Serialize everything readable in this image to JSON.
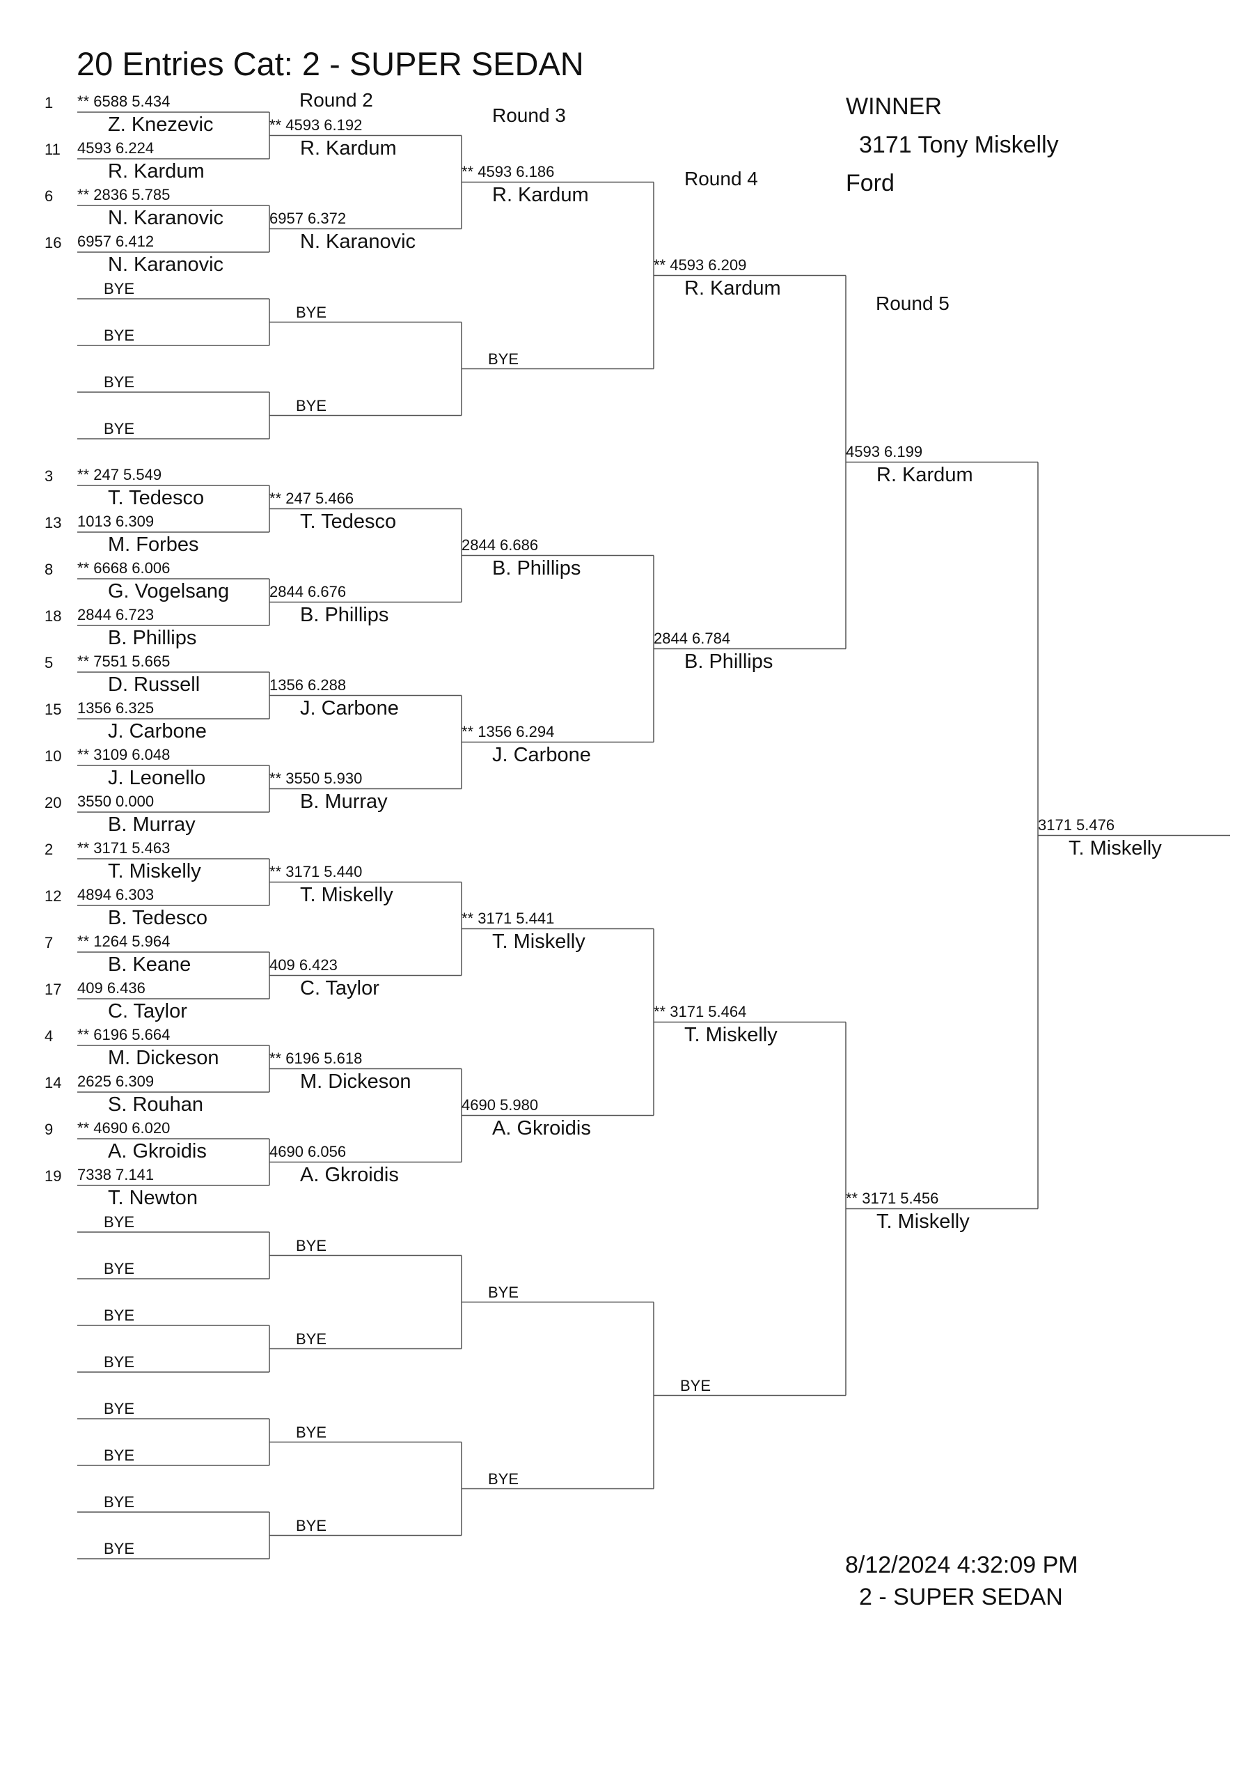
{
  "title": "20 Entries Cat:   2 - SUPER SEDAN",
  "round_labels": [
    "Round 2",
    "Round 3",
    "Round 4",
    "Round 5"
  ],
  "winner": {
    "label": "WINNER",
    "entry": "3171  Tony Miskelly",
    "make": "Ford"
  },
  "footer": {
    "datetime": "8/12/2024 4:32:09 PM",
    "category": "2 - SUPER SEDAN"
  },
  "bye_text": "BYE",
  "round1": [
    {
      "seed": "1",
      "info": "**  6588  5.434",
      "name": "Z. Knezevic"
    },
    {
      "seed": "11",
      "info": "4593  6.224",
      "name": "R. Kardum"
    },
    {
      "seed": "6",
      "info": "**  2836  5.785",
      "name": "N. Karanovic"
    },
    {
      "seed": "16",
      "info": "6957  6.412",
      "name": "N. Karanovic"
    },
    {
      "bye": true
    },
    {
      "bye": true
    },
    {
      "bye": true
    },
    {
      "bye": true
    },
    {
      "seed": "3",
      "info": "**  247  5.549",
      "name": "T. Tedesco"
    },
    {
      "seed": "13",
      "info": "1013  6.309",
      "name": "M. Forbes"
    },
    {
      "seed": "8",
      "info": "**  6668  6.006",
      "name": "G. Vogelsang"
    },
    {
      "seed": "18",
      "info": "2844  6.723",
      "name": "B. Phillips"
    },
    {
      "seed": "5",
      "info": "**  7551  5.665",
      "name": "D. Russell"
    },
    {
      "seed": "15",
      "info": "1356  6.325",
      "name": "J. Carbone"
    },
    {
      "seed": "10",
      "info": "**  3109  6.048",
      "name": "J. Leonello"
    },
    {
      "seed": "20",
      "info": "3550  0.000",
      "name": "B. Murray"
    },
    {
      "seed": "2",
      "info": "**  3171  5.463",
      "name": "T. Miskelly"
    },
    {
      "seed": "12",
      "info": "4894  6.303",
      "name": "B. Tedesco"
    },
    {
      "seed": "7",
      "info": "**  1264  5.964",
      "name": "B. Keane"
    },
    {
      "seed": "17",
      "info": "409  6.436",
      "name": "C. Taylor"
    },
    {
      "seed": "4",
      "info": "**  6196  5.664",
      "name": "M. Dickeson"
    },
    {
      "seed": "14",
      "info": "2625  6.309",
      "name": "S. Rouhan"
    },
    {
      "seed": "9",
      "info": "**  4690  6.020",
      "name": "A. Gkroidis"
    },
    {
      "seed": "19",
      "info": "7338  7.141",
      "name": "T. Newton"
    },
    {
      "bye": true
    },
    {
      "bye": true
    },
    {
      "bye": true
    },
    {
      "bye": true
    },
    {
      "bye": true
    },
    {
      "bye": true
    },
    {
      "bye": true
    },
    {
      "bye": true
    }
  ],
  "round2": [
    {
      "info": "**  4593  6.192",
      "name": "R. Kardum"
    },
    {
      "info": "6957  6.372",
      "name": "N. Karanovic"
    },
    {
      "bye": true
    },
    {
      "bye": true
    },
    {
      "info": "**  247  5.466",
      "name": "T. Tedesco"
    },
    {
      "info": "2844  6.676",
      "name": "B. Phillips"
    },
    {
      "info": "1356  6.288",
      "name": "J. Carbone"
    },
    {
      "info": "**  3550  5.930",
      "name": "B. Murray"
    },
    {
      "info": "**  3171  5.440",
      "name": "T. Miskelly"
    },
    {
      "info": "409  6.423",
      "name": "C. Taylor"
    },
    {
      "info": "**  6196  5.618",
      "name": "M. Dickeson"
    },
    {
      "info": "4690  6.056",
      "name": "A. Gkroidis"
    },
    {
      "bye": true
    },
    {
      "bye": true
    },
    {
      "bye": true
    },
    {
      "bye": true
    }
  ],
  "round3": [
    {
      "info": "**  4593  6.186",
      "name": "R. Kardum"
    },
    {
      "bye": true
    },
    {
      "info": "2844  6.686",
      "name": "B. Phillips"
    },
    {
      "info": "**  1356  6.294",
      "name": "J. Carbone"
    },
    {
      "info": "**  3171  5.441",
      "name": "T. Miskelly"
    },
    {
      "info": "4690  5.980",
      "name": "A. Gkroidis"
    },
    {
      "bye": true
    },
    {
      "bye": true
    }
  ],
  "round4": [
    {
      "info": "**  4593  6.209",
      "name": "R. Kardum"
    },
    {
      "info": "2844  6.784",
      "name": "B. Phillips"
    },
    {
      "info": "**  3171  5.464",
      "name": "T. Miskelly"
    },
    {
      "bye": true
    }
  ],
  "round5": [
    {
      "info": "4593  6.199",
      "name": "R. Kardum"
    },
    {
      "info": "**  3171  5.456",
      "name": "T. Miskelly"
    }
  ],
  "final": {
    "info": "3171  5.476",
    "name": "T. Miskelly"
  }
}
